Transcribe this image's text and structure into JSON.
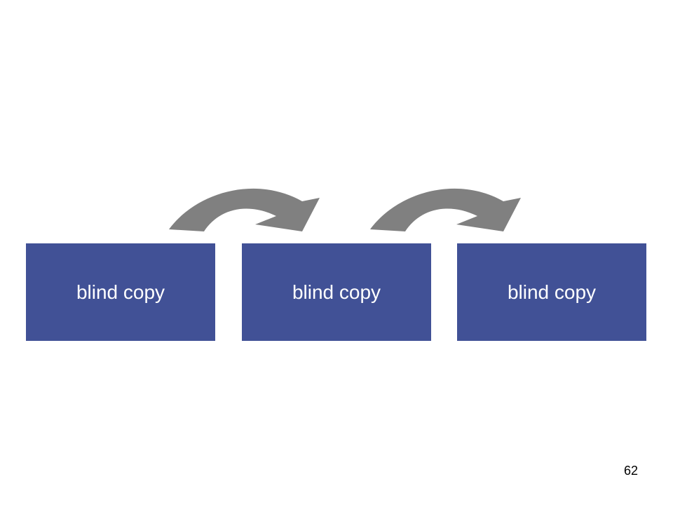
{
  "colors": {
    "box_fill": "#415196",
    "arrow_fill": "#808080",
    "box_text": "#ffffff"
  },
  "steps": [
    {
      "label": "blind copy"
    },
    {
      "label": "blind copy"
    },
    {
      "label": "blind copy"
    }
  ],
  "connectors": [
    {
      "from": 0,
      "to": 1,
      "icon": "curved-arrow-icon"
    },
    {
      "from": 1,
      "to": 2,
      "icon": "curved-arrow-icon"
    }
  ],
  "footer": {
    "page_number": "62"
  }
}
